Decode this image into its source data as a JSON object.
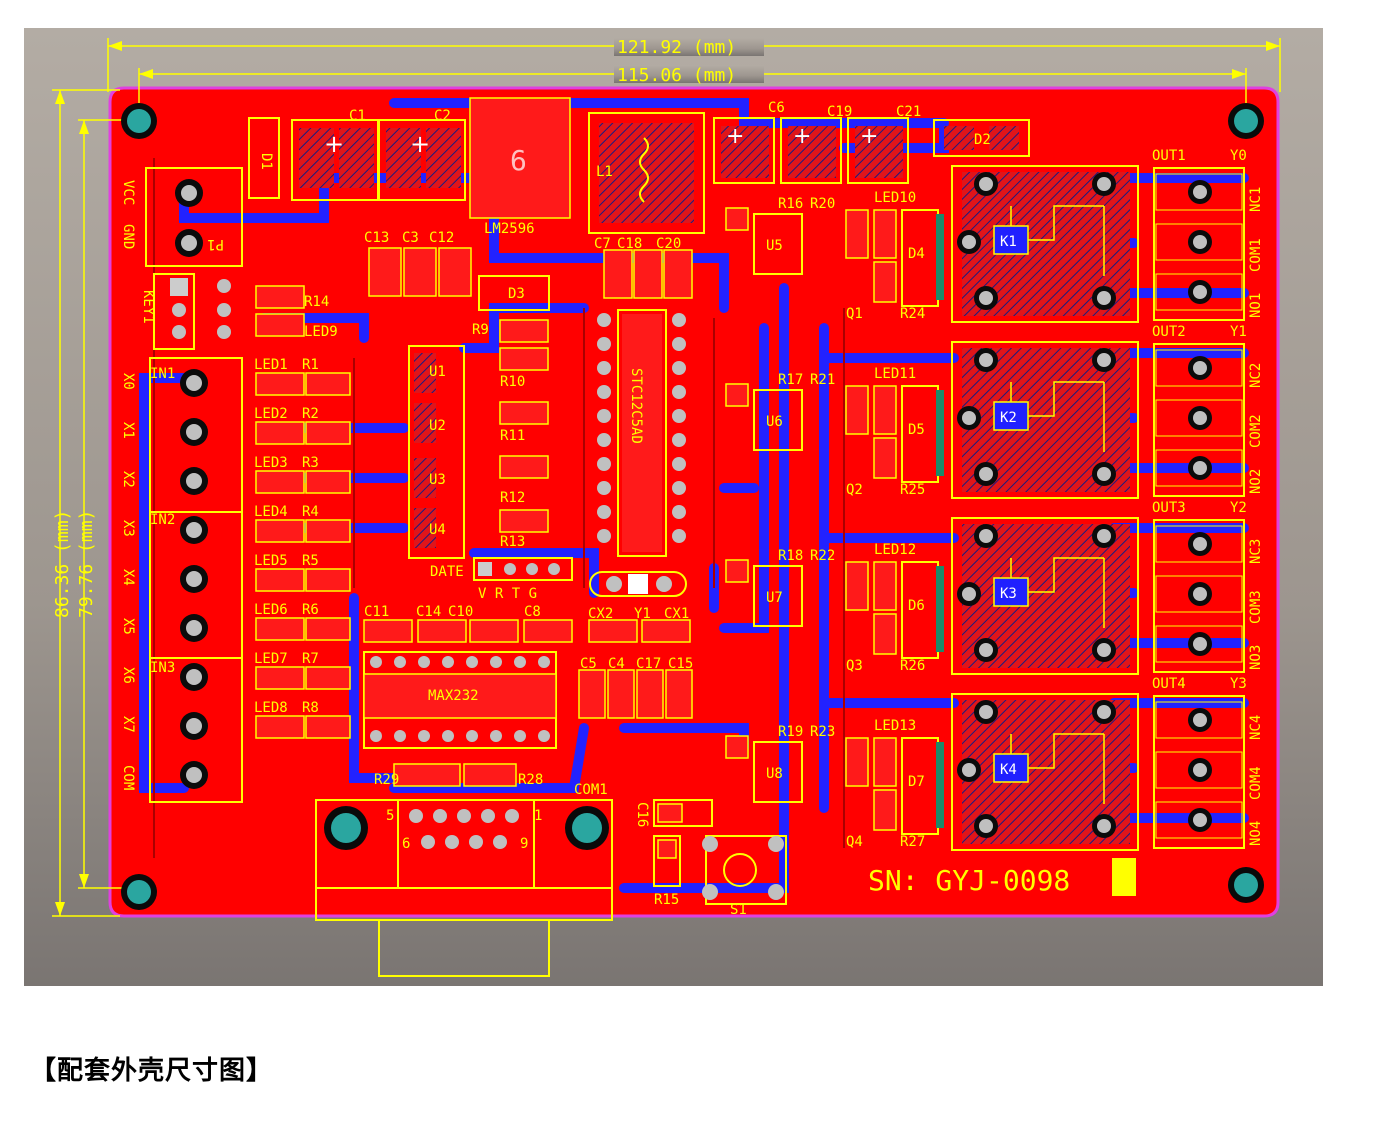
{
  "dimensions": {
    "outer_width": "121.92 (mm)",
    "inner_width": "115.06 (mm)",
    "outer_height": "86.36 (mm)",
    "inner_height": "79.76 (mm)"
  },
  "board": {
    "serial": "SN: GYJ-0098",
    "main_ic": "STC12C5AD",
    "regulator": "LM2596",
    "rs232_ic": "MAX232",
    "regulator_mark": "6"
  },
  "power": {
    "vcc": "VCC",
    "gnd": "GND",
    "p1": "P1",
    "key1": "KEY1",
    "d1": "D1"
  },
  "inputs": {
    "groups": [
      "IN1",
      "IN2",
      "IN3"
    ],
    "pins": [
      "X0",
      "X1",
      "X2",
      "X3",
      "X4",
      "X5",
      "X6",
      "X7",
      "COM"
    ],
    "leds": [
      "LED1",
      "LED2",
      "LED3",
      "LED4",
      "LED5",
      "LED6",
      "LED7",
      "LED8"
    ],
    "resistors": [
      "R1",
      "R2",
      "R3",
      "R4",
      "R5",
      "R6",
      "R7",
      "R8"
    ]
  },
  "outputs": {
    "groups": [
      "OUT1",
      "OUT2",
      "OUT3",
      "OUT4"
    ],
    "y": [
      "Y0",
      "Y1",
      "Y2",
      "Y3"
    ],
    "relays": [
      "K1",
      "K2",
      "K3",
      "K4"
    ],
    "nc": [
      "NC1",
      "NC2",
      "NC3",
      "NC4"
    ],
    "com": [
      "COM1",
      "COM2",
      "COM3",
      "COM4"
    ],
    "no": [
      "NO1",
      "NO2",
      "NO3",
      "NO4"
    ],
    "optos": [
      "U5",
      "U6",
      "U7",
      "U8"
    ],
    "diodes": [
      "D4",
      "D5",
      "D6",
      "D7"
    ],
    "transistors": [
      "Q1",
      "Q2",
      "Q3",
      "Q4"
    ],
    "leds": [
      "LED10",
      "LED11",
      "LED12",
      "LED13"
    ],
    "r_a": [
      "R16",
      "R17",
      "R18",
      "R19"
    ],
    "r_b": [
      "R20",
      "R21",
      "R22",
      "R23"
    ],
    "r_c": [
      "R24",
      "R25",
      "R26",
      "R27"
    ]
  },
  "parts": {
    "c1": "C1",
    "c2": "C2",
    "c6": "C6",
    "c19": "C19",
    "c21": "C21",
    "d2": "D2",
    "d3": "D3",
    "l1": "L1",
    "c13": "C13",
    "c3": "C3",
    "c12": "C12",
    "c7": "C7",
    "c18": "C18",
    "c20": "C20",
    "r14": "R14",
    "led9": "LED9",
    "r9": "R9",
    "r10": "R10",
    "r11": "R11",
    "r12": "R12",
    "r13": "R13",
    "u1": "U1",
    "u2": "U2",
    "u3": "U3",
    "u4": "U4",
    "date": "DATE",
    "vrtg": "V R T G",
    "c11": "C11",
    "c14": "C14",
    "c10": "C10",
    "c8": "C8",
    "cx2": "CX2",
    "y1": "Y1",
    "cx1": "CX1",
    "c5": "C5",
    "c4": "C4",
    "c17": "C17",
    "c15": "C15",
    "r29": "R29",
    "r28": "R28",
    "com1": "COM1",
    "db_5": "5",
    "db_6": "6",
    "db_9": "9",
    "db_1": "1",
    "c16": "C16",
    "r15": "R15",
    "s1": "S1"
  },
  "caption": "【配套外壳尺寸图】"
}
